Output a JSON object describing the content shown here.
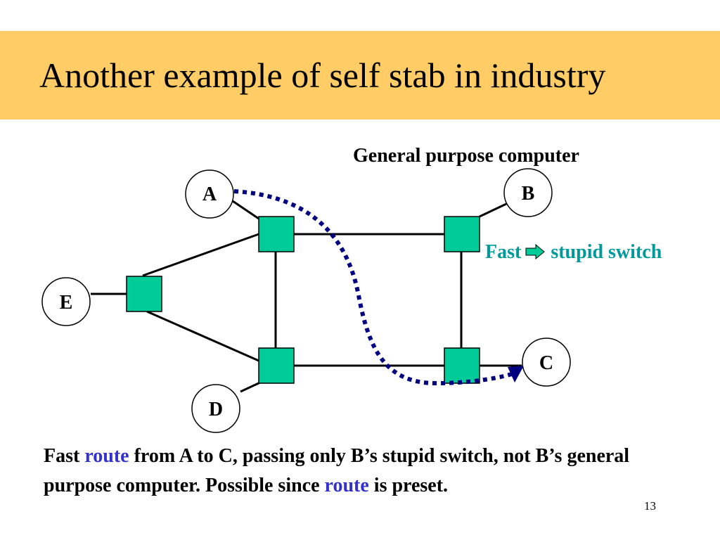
{
  "slide": {
    "title": "Another example of self stab in industry",
    "page_number": "13"
  },
  "diagram": {
    "general_purpose_label": "General purpose computer",
    "fast_label": "Fast",
    "stupid_switch_label": "stupid switch",
    "nodes": {
      "A": "A",
      "B": "B",
      "C": "C",
      "D": "D",
      "E": "E"
    },
    "colors": {
      "switch_fill": "#00CC99",
      "route_arrow": "#000080",
      "highlight_text": "#009999",
      "title_band": "#FFCC66"
    }
  },
  "caption": {
    "part1": "Fast ",
    "route1": "route",
    "part2": " from A to C, passing only B’s stupid switch, not B’s general purpose computer. Possible since ",
    "route2": "route",
    "part3": " is preset."
  }
}
